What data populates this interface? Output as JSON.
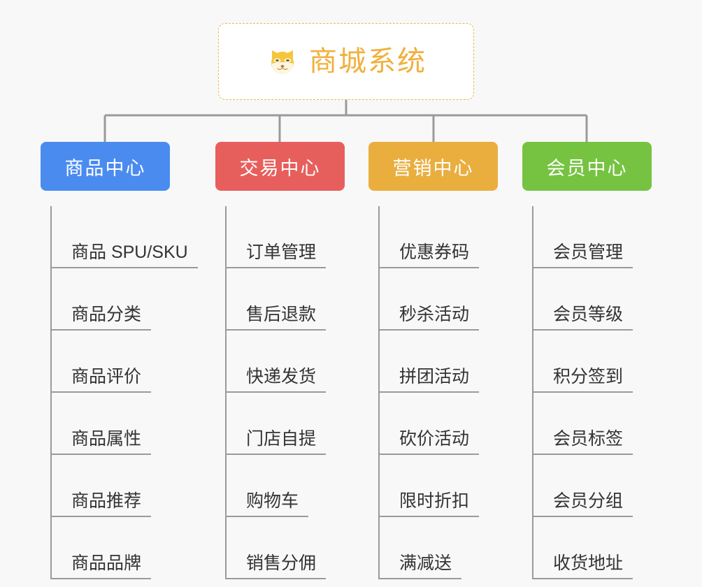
{
  "page": {
    "background_color": "#f8f8f8",
    "line_color": "#9a9a9a"
  },
  "root": {
    "title": "商城系统",
    "icon": "shiba-dog-face-icon",
    "text_color": "#f0b03c",
    "border_color": "#e8b858",
    "background_color": "#ffffff"
  },
  "branches": [
    {
      "label": "商品中心",
      "color": "#4a8bf0",
      "items": [
        {
          "label": "商品 SPU/SKU"
        },
        {
          "label": "商品分类"
        },
        {
          "label": "商品评价"
        },
        {
          "label": "商品属性"
        },
        {
          "label": "商品推荐"
        },
        {
          "label": "商品品牌"
        }
      ]
    },
    {
      "label": "交易中心",
      "color": "#e75f5c",
      "items": [
        {
          "label": "订单管理"
        },
        {
          "label": "售后退款"
        },
        {
          "label": "快递发货"
        },
        {
          "label": "门店自提"
        },
        {
          "label": "购物车"
        },
        {
          "label": "销售分佣"
        }
      ]
    },
    {
      "label": "营销中心",
      "color": "#eaae3f",
      "items": [
        {
          "label": "优惠券码"
        },
        {
          "label": "秒杀活动"
        },
        {
          "label": "拼团活动"
        },
        {
          "label": "砍价活动"
        },
        {
          "label": "限时折扣"
        },
        {
          "label": "满减送"
        }
      ]
    },
    {
      "label": "会员中心",
      "color": "#76c342",
      "items": [
        {
          "label": "会员管理"
        },
        {
          "label": "会员等级"
        },
        {
          "label": "积分签到"
        },
        {
          "label": "会员标签"
        },
        {
          "label": "会员分组"
        },
        {
          "label": "收货地址"
        }
      ]
    }
  ]
}
